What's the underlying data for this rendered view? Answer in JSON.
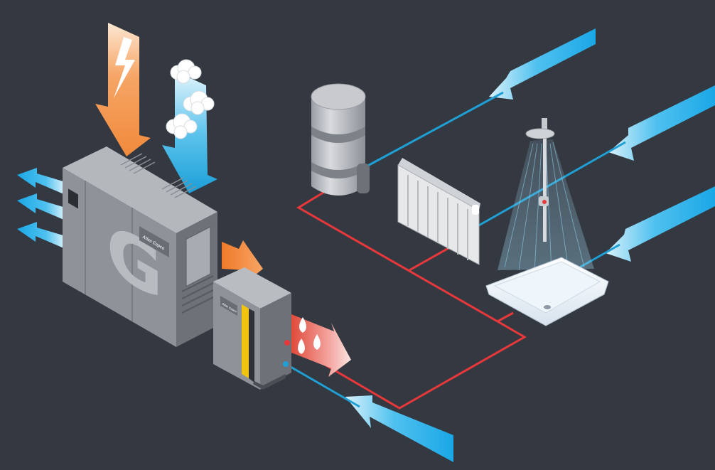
{
  "colors": {
    "background": "#343840",
    "hot_water_pipe": "#e8383b",
    "cold_water_pipe": "#1f9fd3",
    "electric_energy": "#f08a3c",
    "air_intake": "#29a7dc",
    "heat_loss": "#4fb3e0",
    "machine_grey": "#8f9399",
    "accent_yellow": "#f2c40f"
  },
  "machines": {
    "compressor_logo_letter": "G",
    "compressor_brand": "Atlas Copco",
    "recovery_unit_brand": "Atlas Copco"
  },
  "icons": [
    "lightning-bolt-icon",
    "cloud-icon",
    "water-drop-icon",
    "flow-arrow-icon",
    "shower-head-icon"
  ]
}
